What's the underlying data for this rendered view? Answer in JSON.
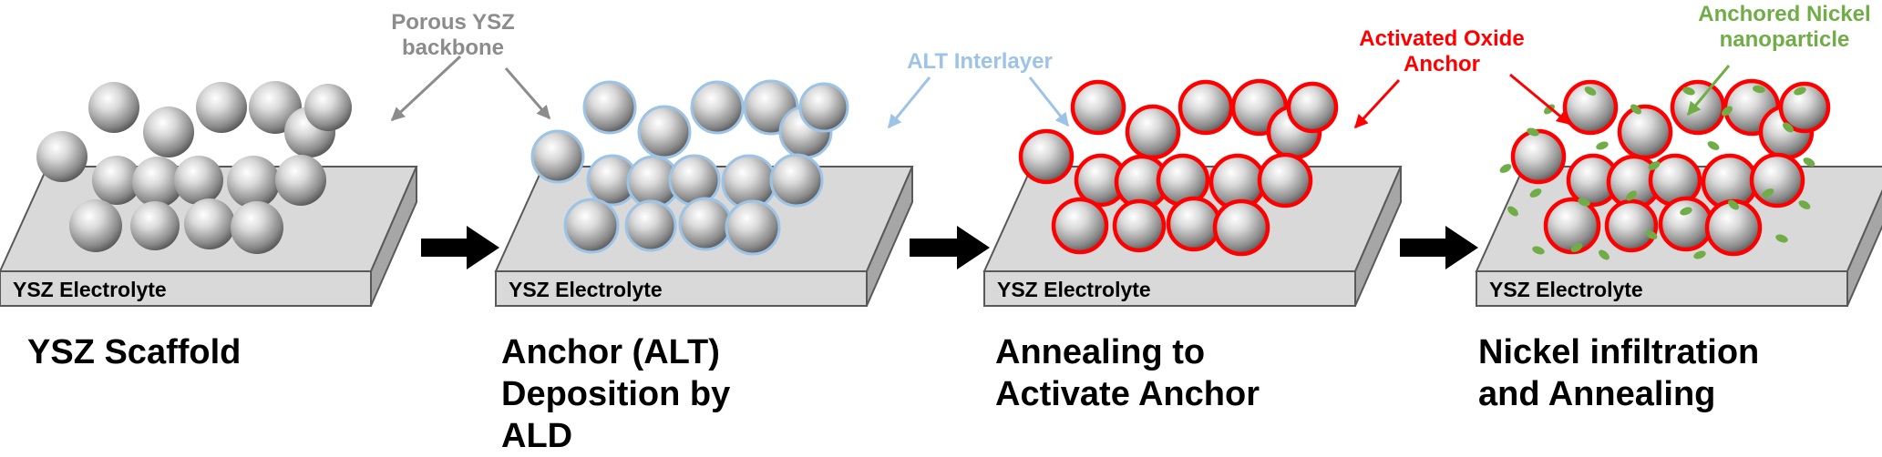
{
  "base_label": "YSZ Electrolyte",
  "callouts": {
    "porous": "Porous YSZ\nbackbone",
    "alt": "ALT Interlayer",
    "oxide": "Activated Oxide\nAnchor",
    "nickel": "Anchored Nickel\nnanoparticle"
  },
  "steps": [
    {
      "title": "YSZ Scaffold"
    },
    {
      "title": "Anchor  (ALT)\nDeposition by\nALD"
    },
    {
      "title": "Annealing to\nActivate Anchor"
    },
    {
      "title": "Nickel infiltration\nand Annealing"
    }
  ],
  "colors": {
    "callout_gray": "#8c8c8c",
    "alt_blue": "#9dc3e6",
    "oxide_red": "#ff0000",
    "nickel_green": "#70ad47"
  }
}
